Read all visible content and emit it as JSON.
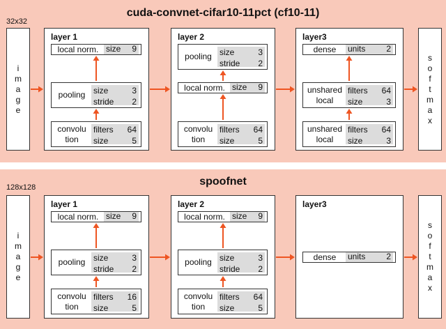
{
  "diagrams": [
    {
      "title": "cuda-convnet-cifar10-11pct (cf10-11)",
      "input_size": "32x32",
      "input_label": "image",
      "output_label": "softmax",
      "layers": [
        {
          "title": "layer 1",
          "ops": [
            {
              "name": [
                "local norm."
              ],
              "params": [
                {
                  "key": "size",
                  "value": "9"
                }
              ]
            },
            {
              "name": [
                "pooling"
              ],
              "params": [
                {
                  "key": "size",
                  "value": "3"
                },
                {
                  "key": "stride",
                  "value": "2"
                }
              ]
            },
            {
              "name": [
                "convolu",
                "tion"
              ],
              "params": [
                {
                  "key": "filters",
                  "value": "64"
                },
                {
                  "key": "size",
                  "value": "5"
                }
              ]
            }
          ]
        },
        {
          "title": "layer 2",
          "ops": [
            {
              "name": [
                "pooling"
              ],
              "params": [
                {
                  "key": "size",
                  "value": "3"
                },
                {
                  "key": "stride",
                  "value": "2"
                }
              ]
            },
            {
              "name": [
                "local norm."
              ],
              "params": [
                {
                  "key": "size",
                  "value": "9"
                }
              ]
            },
            {
              "name": [
                "convolu",
                "tion"
              ],
              "params": [
                {
                  "key": "filters",
                  "value": "64"
                },
                {
                  "key": "size",
                  "value": "5"
                }
              ]
            }
          ]
        },
        {
          "title": "layer3",
          "ops": [
            {
              "name": [
                "dense"
              ],
              "params": [
                {
                  "key": "units",
                  "value": "2"
                }
              ]
            },
            {
              "name": [
                "unshared",
                "local"
              ],
              "params": [
                {
                  "key": "filters",
                  "value": "64"
                },
                {
                  "key": "size",
                  "value": "3"
                }
              ]
            },
            {
              "name": [
                "unshared",
                "local"
              ],
              "params": [
                {
                  "key": "filters",
                  "value": "64"
                },
                {
                  "key": "size",
                  "value": "3"
                }
              ]
            }
          ]
        }
      ]
    },
    {
      "title": "spoofnet",
      "input_size": "128x128",
      "input_label": "image",
      "output_label": "softmax",
      "layers": [
        {
          "title": "layer 1",
          "ops": [
            {
              "name": [
                "local norm."
              ],
              "params": [
                {
                  "key": "size",
                  "value": "9"
                }
              ]
            },
            {
              "name": [
                "pooling"
              ],
              "params": [
                {
                  "key": "size",
                  "value": "3"
                },
                {
                  "key": "stride",
                  "value": "2"
                }
              ]
            },
            {
              "name": [
                "convolu",
                "tion"
              ],
              "params": [
                {
                  "key": "filters",
                  "value": "16"
                },
                {
                  "key": "size",
                  "value": "5"
                }
              ]
            }
          ]
        },
        {
          "title": "layer 2",
          "ops": [
            {
              "name": [
                "local norm."
              ],
              "params": [
                {
                  "key": "size",
                  "value": "9"
                }
              ]
            },
            {
              "name": [
                "pooling"
              ],
              "params": [
                {
                  "key": "size",
                  "value": "3"
                },
                {
                  "key": "stride",
                  "value": "2"
                }
              ]
            },
            {
              "name": [
                "convolu",
                "tion"
              ],
              "params": [
                {
                  "key": "filters",
                  "value": "64"
                },
                {
                  "key": "size",
                  "value": "5"
                }
              ]
            }
          ]
        },
        {
          "title": "layer3",
          "ops": [
            {
              "name": [
                "dense"
              ],
              "params": [
                {
                  "key": "units",
                  "value": "2"
                }
              ]
            }
          ]
        }
      ]
    }
  ],
  "colors": {
    "background": "#f9c9ba",
    "arrow": "#ee5522",
    "param_shade": "#dcdcdc"
  }
}
